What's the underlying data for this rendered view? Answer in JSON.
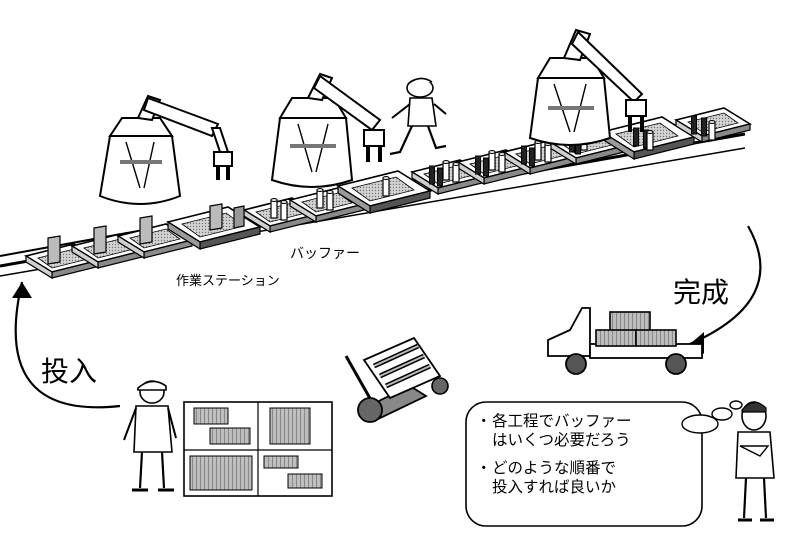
{
  "labels": {
    "work_station": "作業ステーション",
    "buffer": "バッファー",
    "complete": "完成",
    "input": "投入"
  },
  "thought": {
    "q1_line1": "各工程でバッファー",
    "q1_line2": "はいくつ必要だろう",
    "q2_line1": "どのような順番で",
    "q2_line2": "投入すれば良いか"
  },
  "colors": {
    "line": "#000000",
    "fill": "#ffffff",
    "shade": "#9a9a9a",
    "dark": "#4a4a4a"
  },
  "icons": [
    "robot-arm-icon",
    "worker-icon",
    "truck-icon",
    "hand-cart-icon",
    "schedule-board-icon",
    "thinking-person-icon"
  ]
}
